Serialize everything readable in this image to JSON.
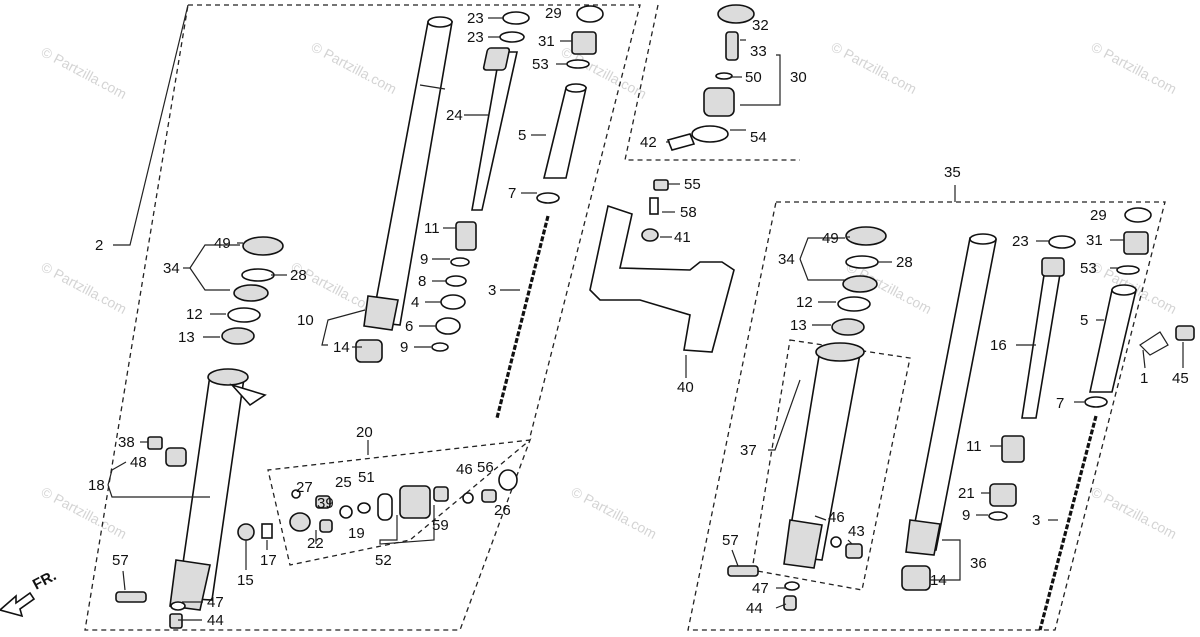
{
  "watermark": "© Partzilla.com",
  "direction_label": "FR.",
  "labels": {
    "l1": "1",
    "l2": "2",
    "l3a": "3",
    "l3b": "3",
    "l4": "4",
    "l5a": "5",
    "l5b": "5",
    "l6": "6",
    "l7a": "7",
    "l7b": "7",
    "l8": "8",
    "l9a": "9",
    "l9b": "9",
    "l9c": "9",
    "l10": "10",
    "l11a": "11",
    "l11b": "11",
    "l12a": "12",
    "l12b": "12",
    "l13a": "13",
    "l13b": "13",
    "l14a": "14",
    "l14b": "14",
    "l15": "15",
    "l16": "16",
    "l17": "17",
    "l18": "18",
    "l19": "19",
    "l20": "20",
    "l21": "21",
    "l22": "22",
    "l23a": "23",
    "l23b": "23",
    "l23c": "23",
    "l24": "24",
    "l25": "25",
    "l26": "26",
    "l27": "27",
    "l28a": "28",
    "l28b": "28",
    "l29a": "29",
    "l29b": "29",
    "l30": "30",
    "l31a": "31",
    "l31b": "31",
    "l32": "32",
    "l33": "33",
    "l34a": "34",
    "l34b": "34",
    "l35": "35",
    "l36": "36",
    "l37": "37",
    "l38": "38",
    "l39": "39",
    "l40": "40",
    "l41": "41",
    "l42": "42",
    "l43": "43",
    "l44a": "44",
    "l44b": "44",
    "l45": "45",
    "l46a": "46",
    "l46b": "46",
    "l47a": "47",
    "l47b": "47",
    "l48": "48",
    "l49a": "49",
    "l49b": "49",
    "l50": "50",
    "l51": "51",
    "l52": "52",
    "l53a": "53",
    "l53b": "53",
    "l54": "54",
    "l55": "55",
    "l56": "56",
    "l57a": "57",
    "l57b": "57",
    "l58": "58",
    "l59": "59"
  }
}
